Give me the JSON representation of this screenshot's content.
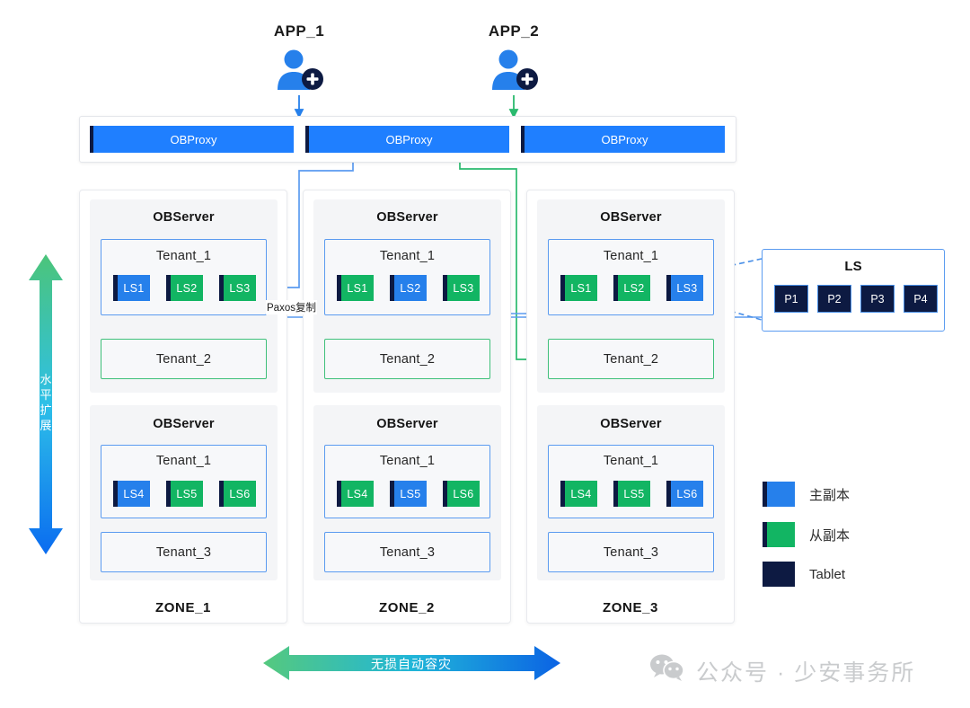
{
  "apps": [
    {
      "label": "APP_1",
      "icon": "user-add-icon",
      "arrow_color": "#2680eb"
    },
    {
      "label": "APP_2",
      "icon": "user-add-icon",
      "arrow_color": "#12b563"
    }
  ],
  "proxies": [
    {
      "label": "OBProxy"
    },
    {
      "label": "OBProxy"
    },
    {
      "label": "OBProxy"
    }
  ],
  "zones": [
    {
      "label": "ZONE_1",
      "observers": [
        {
          "title": "OBServer",
          "tenants": [
            {
              "name": "Tenant_1",
              "border": "blue",
              "replicas": [
                {
                  "label": "LS1",
                  "role": "leader"
                },
                {
                  "label": "LS2",
                  "role": "follower"
                },
                {
                  "label": "LS3",
                  "role": "follower"
                }
              ]
            },
            {
              "name": "Tenant_2",
              "border": "green",
              "replicas": []
            }
          ]
        },
        {
          "title": "OBServer",
          "tenants": [
            {
              "name": "Tenant_1",
              "border": "blue",
              "replicas": [
                {
                  "label": "LS4",
                  "role": "leader"
                },
                {
                  "label": "LS5",
                  "role": "follower"
                },
                {
                  "label": "LS6",
                  "role": "follower"
                }
              ]
            },
            {
              "name": "Tenant_3",
              "border": "blue",
              "replicas": []
            }
          ]
        }
      ]
    },
    {
      "label": "ZONE_2",
      "observers": [
        {
          "title": "OBServer",
          "tenants": [
            {
              "name": "Tenant_1",
              "border": "blue",
              "replicas": [
                {
                  "label": "LS1",
                  "role": "follower"
                },
                {
                  "label": "LS2",
                  "role": "leader"
                },
                {
                  "label": "LS3",
                  "role": "follower"
                }
              ]
            },
            {
              "name": "Tenant_2",
              "border": "green",
              "replicas": []
            }
          ]
        },
        {
          "title": "OBServer",
          "tenants": [
            {
              "name": "Tenant_1",
              "border": "blue",
              "replicas": [
                {
                  "label": "LS4",
                  "role": "follower"
                },
                {
                  "label": "LS5",
                  "role": "leader"
                },
                {
                  "label": "LS6",
                  "role": "follower"
                }
              ]
            },
            {
              "name": "Tenant_3",
              "border": "blue",
              "replicas": []
            }
          ]
        }
      ]
    },
    {
      "label": "ZONE_3",
      "observers": [
        {
          "title": "OBServer",
          "tenants": [
            {
              "name": "Tenant_1",
              "border": "blue",
              "replicas": [
                {
                  "label": "LS1",
                  "role": "follower"
                },
                {
                  "label": "LS2",
                  "role": "follower"
                },
                {
                  "label": "LS3",
                  "role": "leader"
                }
              ]
            },
            {
              "name": "Tenant_2",
              "border": "green",
              "replicas": []
            }
          ]
        },
        {
          "title": "OBServer",
          "tenants": [
            {
              "name": "Tenant_1",
              "border": "blue",
              "replicas": [
                {
                  "label": "LS4",
                  "role": "follower"
                },
                {
                  "label": "LS5",
                  "role": "follower"
                },
                {
                  "label": "LS6",
                  "role": "leader"
                }
              ]
            },
            {
              "name": "Tenant_3",
              "border": "blue",
              "replicas": []
            }
          ]
        }
      ]
    }
  ],
  "ls_detail": {
    "title": "LS",
    "tablets": [
      {
        "label": "P1"
      },
      {
        "label": "P2"
      },
      {
        "label": "P3"
      },
      {
        "label": "P4"
      }
    ]
  },
  "legend": [
    {
      "label": "主副本",
      "color": "#2680eb",
      "kind": "leader"
    },
    {
      "label": "从副本",
      "color": "#12b563",
      "kind": "follower"
    },
    {
      "label": "Tablet",
      "color": "#0d1a42",
      "kind": "tablet"
    }
  ],
  "annotations": {
    "paxos": "Paxos复制",
    "vertical_arrow": "水平扩展",
    "horizontal_arrow": "无损自动容灾"
  },
  "watermark": {
    "icon": "wechat-icon",
    "text": "公众号 · 少安事务所"
  },
  "colors": {
    "leader_blue": "#2680eb",
    "follower_green": "#12b563",
    "tablet_navy": "#0d1a42",
    "proxy_blue": "#1f7fff",
    "tenant_border_blue": "#5b9bf0",
    "tenant_border_green": "#3fc07a",
    "zone_bg": "#ffffff",
    "observer_bg": "#f4f5f7"
  }
}
